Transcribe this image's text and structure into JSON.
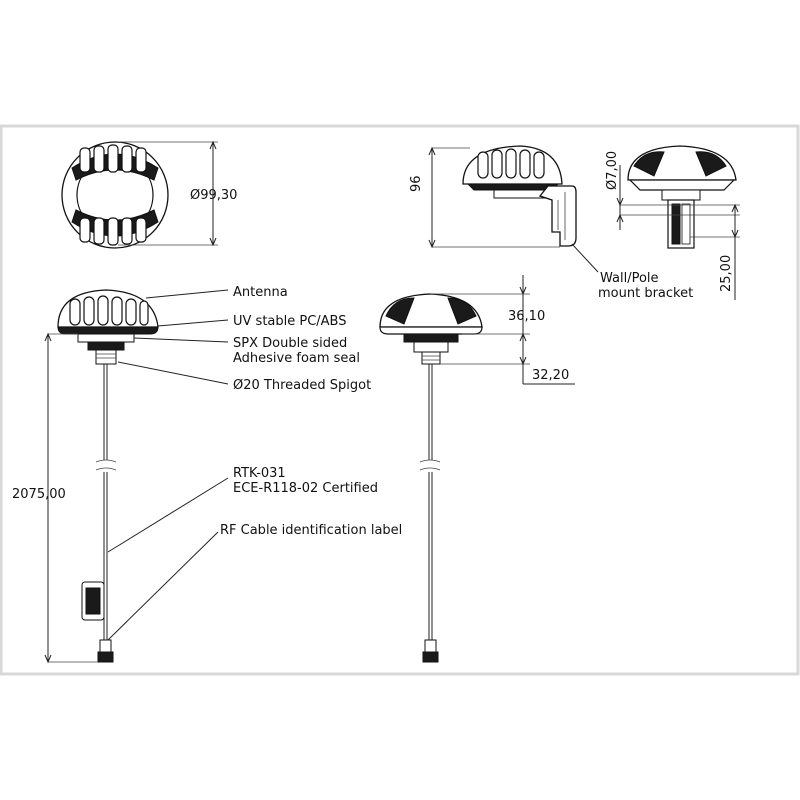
{
  "frame": {
    "border_color": "#d8d8d8",
    "line_color": "#222222"
  },
  "dimensions": {
    "diameter": "Ø99,30",
    "height": "96",
    "cable_diameter": "Ø7,00",
    "bracket_length": "25,00",
    "dome_height": "36,10",
    "spigot_length": "32,20",
    "cable_length": "2075,00"
  },
  "callouts": {
    "antenna": "Antenna",
    "uv_material": "UV stable PC/ABS",
    "seal_line1": "SPX Double sided",
    "seal_line2": "Adhesive foam seal",
    "spigot": "Ø20 Threaded Spigot",
    "cert_line1": "RTK-031",
    "cert_line2": "ECE-R118-02 Certified",
    "rf_label": "RF Cable identification label",
    "bracket_line1": "Wall/Pole",
    "bracket_line2": "mount bracket"
  }
}
